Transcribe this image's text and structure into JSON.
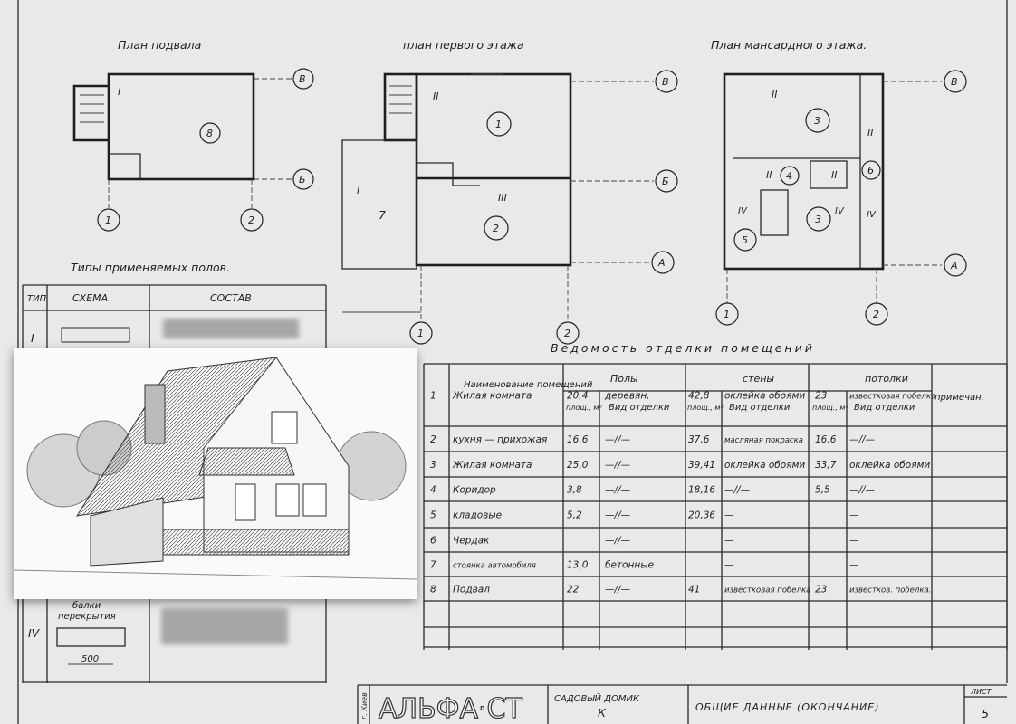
{
  "plans": {
    "basement": {
      "title": "План подвала",
      "rooms": [
        "8"
      ],
      "sections": [
        "I"
      ],
      "axes_letters": [
        "В",
        "Б"
      ],
      "axes_numbers": [
        "1",
        "2"
      ]
    },
    "first_floor": {
      "title": "план первого этажа",
      "rooms": [
        "1",
        "2",
        "7"
      ],
      "sections": [
        "II",
        "III",
        "I"
      ],
      "axes_letters": [
        "В",
        "Б",
        "А"
      ],
      "axes_numbers": [
        "1",
        "2"
      ]
    },
    "attic": {
      "title": "План мансардного этажа.",
      "rooms": [
        "3",
        "4",
        "6",
        "3",
        "5"
      ],
      "sections": [
        "II",
        "II",
        "II",
        "II",
        "IV",
        "IV",
        "IV"
      ],
      "axes_letters": [
        "В",
        "А"
      ],
      "axes_numbers": [
        "1",
        "2"
      ]
    }
  },
  "floor_types": {
    "title": "Типы применяемых полов.",
    "headers": [
      "ТИП",
      "СХЕМА",
      "СОСТАВ"
    ],
    "rows": [
      {
        "type": "I"
      },
      {
        "type": "IV",
        "schema_label_top": "балки",
        "schema_label_bottom": "перекрытия",
        "dimension": "500"
      }
    ]
  },
  "finish_schedule": {
    "title": "Ведомость отделки помещений",
    "headers": {
      "name": "Наименование помещений",
      "floors": "Полы",
      "walls": "стены",
      "ceilings": "потолки",
      "area": "площ., м²",
      "finish": "Вид отделки",
      "notes": "примечан."
    },
    "rows": [
      {
        "n": "1",
        "name": "Жилая комната",
        "floor_area": "20,4",
        "floor_finish": "деревян.",
        "wall_area": "42,8",
        "wall_finish": "оклейка обоями",
        "ceil_area": "23",
        "ceil_finish": "известковая побелка"
      },
      {
        "n": "2",
        "name": "кухня — прихожая",
        "floor_area": "16,6",
        "floor_finish": "—//—",
        "wall_area": "37,6",
        "wall_finish": "масляная покраска",
        "ceil_area": "16,6",
        "ceil_finish": "—//—"
      },
      {
        "n": "3",
        "name": "Жилая комната",
        "floor_area": "25,0",
        "floor_finish": "—//—",
        "wall_area": "39,41",
        "wall_finish": "оклейка обоями",
        "ceil_area": "33,7",
        "ceil_finish": "оклейка обоями"
      },
      {
        "n": "4",
        "name": "Коридор",
        "floor_area": "3,8",
        "floor_finish": "—//—",
        "wall_area": "18,16",
        "wall_finish": "—//—",
        "ceil_area": "5,5",
        "ceil_finish": "—//—"
      },
      {
        "n": "5",
        "name": "кладовые",
        "floor_area": "5,2",
        "floor_finish": "—//—",
        "wall_area": "20,36",
        "wall_finish": "—",
        "ceil_area": "",
        "ceil_finish": "—"
      },
      {
        "n": "6",
        "name": "Чердак",
        "floor_area": "",
        "floor_finish": "—//—",
        "wall_area": "",
        "wall_finish": "—",
        "ceil_area": "",
        "ceil_finish": "—"
      },
      {
        "n": "7",
        "name": "стоянка автомобиля",
        "floor_area": "13,0",
        "floor_finish": "бетонные",
        "wall_area": "",
        "wall_finish": "—",
        "ceil_area": "",
        "ceil_finish": "—"
      },
      {
        "n": "8",
        "name": "Подвал",
        "floor_area": "22",
        "floor_finish": "—//—",
        "wall_area": "41",
        "wall_finish": "известковая побелка",
        "ceil_area": "23",
        "ceil_finish": "известков. побелка."
      }
    ]
  },
  "title_block": {
    "city": "г. Киев",
    "logo": "АЛЬФА·СТ",
    "project": "САДОВЫЙ ДОМИК",
    "project_mark": "К",
    "sheet_title": "ОБЩИЕ ДАННЫЕ (ОКОНЧАНИЕ)",
    "sheet_label": "ЛИСТ",
    "sheet_number": "5"
  }
}
